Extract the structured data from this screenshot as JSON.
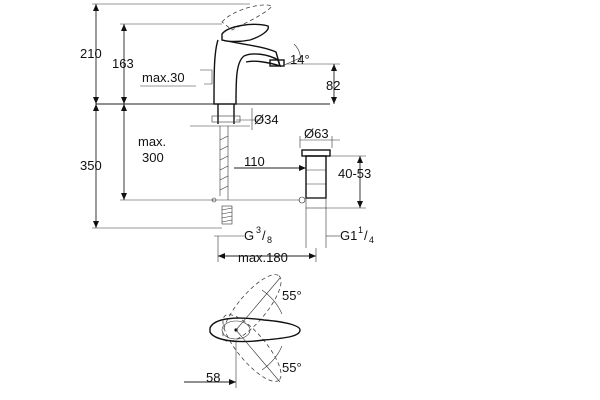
{
  "dimensions": {
    "total_height_upper": "210",
    "spout_height": "163",
    "max_mount": "max.30",
    "spout_angle": "14°",
    "spout_reach_height": "82",
    "body_diameter": "Ø34",
    "drain_diameter": "Ø63",
    "below_counter": "350",
    "max_label": "max.",
    "max_value": "300",
    "offset_110": "110",
    "drain_range": "40-53",
    "connection_left_base": "G",
    "connection_left_num": "3",
    "connection_left_den": "8",
    "connection_right_base": "G1",
    "connection_right_num": "1",
    "connection_right_den": "4",
    "max_reach": "max.180",
    "lever_angle_top": "55°",
    "lever_angle_bottom": "55°",
    "lever_offset": "58"
  }
}
